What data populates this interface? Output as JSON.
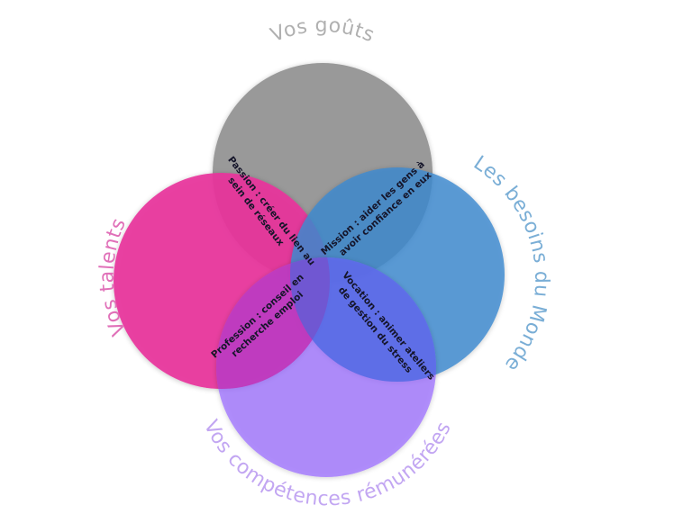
{
  "diagram": {
    "type": "venn-ikigai",
    "circles": [
      {
        "id": "gouts",
        "label": "Vos goûts",
        "color": "#999999",
        "label_color": "#b0b0b0"
      },
      {
        "id": "talents",
        "label": "Vos talents",
        "color": "#e8359c",
        "label_color": "#e070b8"
      },
      {
        "id": "besoins",
        "label": "Les besoins du Monde",
        "color": "#3d8ad0",
        "label_color": "#7aaed6"
      },
      {
        "id": "competences",
        "label": "Vos compétences rémunérées",
        "color": "#9a6bff",
        "label_color": "#c2a6f2"
      }
    ],
    "intersections": {
      "passion": {
        "line1": "Passion : créer du lien au",
        "line2": "sein de réseaux"
      },
      "mission": {
        "line1": "Mission : aider les gens à",
        "line2": "avoir confiance en eux"
      },
      "profession": {
        "line1": "Profession : conseil en",
        "line2": "recherche emploi"
      },
      "vocation": {
        "line1": "Vocation : animer ateliers",
        "line2": "de gestion du stress"
      }
    }
  }
}
